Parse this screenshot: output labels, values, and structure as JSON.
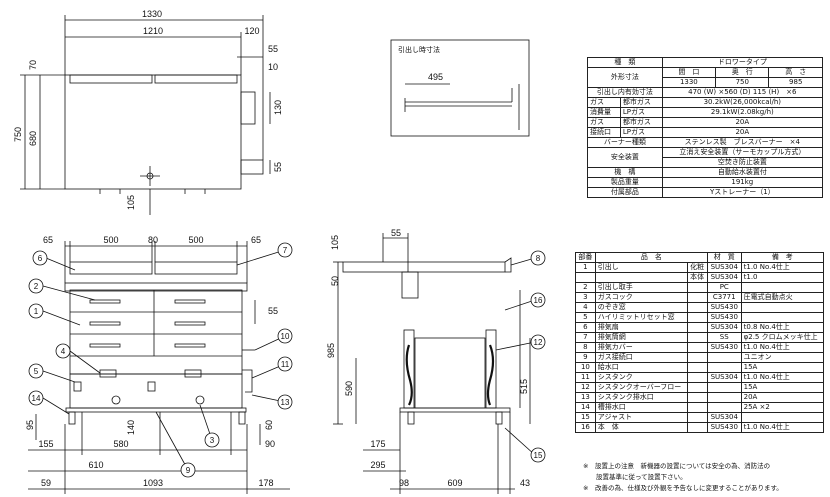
{
  "pullout_dims": {
    "title": "引出し時寸法",
    "depth": "495"
  },
  "top_dims": {
    "overall_width": "1330",
    "inner_width": "1210",
    "right_offset": "120",
    "edge_55": "55",
    "edge_70": "70",
    "height_750": "750",
    "height_680": "680",
    "dim_130": "130",
    "dim_55b": "55",
    "dim_105": "105",
    "dim_10": "10"
  },
  "front_dims": {
    "w500a": "500",
    "w80": "80",
    "w500b": "500",
    "l65": "65",
    "r65": "65",
    "d95": "95",
    "d155": "155",
    "d580": "580",
    "d610": "610",
    "d140": "140",
    "d60": "60",
    "d90": "90",
    "d59": "59",
    "d1093": "1093",
    "d178": "178",
    "d55": "55"
  },
  "side_dims": {
    "s55": "55",
    "s105": "105",
    "s50": "50",
    "s985": "985",
    "s590": "590",
    "s515": "515",
    "s175": "175",
    "s295": "295",
    "s98": "98",
    "s609": "609",
    "s43": "43"
  },
  "callouts": {
    "c1": "1",
    "c2": "2",
    "c3": "3",
    "c4": "4",
    "c5": "5",
    "c6": "6",
    "c7": "7",
    "c8": "8",
    "c9": "9",
    "c10": "10",
    "c11": "11",
    "c12": "12",
    "c13": "13",
    "c14": "14",
    "c15": "15",
    "c16": "16"
  },
  "spec": {
    "r1": [
      "種　類",
      "ドロワータイプ"
    ],
    "r2_label": "外形寸法",
    "r2_heads": [
      "間　口",
      "奥　行",
      "高　さ"
    ],
    "r2_vals": [
      "1330",
      "750",
      "985"
    ],
    "r3": [
      "引出し内有効寸法",
      "470 (W) ×560 (D) 115 (H)　×6"
    ],
    "r4": [
      "ガス",
      "都市ガス",
      "30.2kW(26,000kcal/h)"
    ],
    "r5": [
      "消費量",
      "LPガス",
      "29.1kW(2.08kg/h)"
    ],
    "r6": [
      "ガス",
      "都市ガス",
      "20A"
    ],
    "r7": [
      "接続口",
      "LPガス",
      "20A"
    ],
    "r8": [
      "バーナー種類",
      "ステンレス製　ブレスバーナー　×4"
    ],
    "r9_label": "安全装置",
    "r9_vals": [
      "立消え安全装置（サーモカップル方式）",
      "空焚き防止装置"
    ],
    "r10": [
      "機　構",
      "自動給水装置付"
    ],
    "r11": [
      "製品重量",
      "191kg"
    ],
    "r12": [
      "付属部品",
      "Yストレーナー（1）"
    ]
  },
  "parts": {
    "header": [
      "部番",
      "品　名",
      "材　質",
      "備　考"
    ],
    "rows": [
      [
        "1",
        "引出し",
        "化粧",
        "SUS304",
        "t1.0 No.4仕上"
      ],
      [
        "",
        "",
        "本体",
        "SUS304",
        "t1.0"
      ],
      [
        "2",
        "引出し取手",
        "",
        "PC",
        ""
      ],
      [
        "3",
        "ガスコック",
        "",
        "C3771",
        "圧電式自動点火"
      ],
      [
        "4",
        "のぞき窓",
        "",
        "SUS430",
        ""
      ],
      [
        "5",
        "ハイリミットリセット窓",
        "",
        "SUS430",
        ""
      ],
      [
        "6",
        "排気扇",
        "",
        "SUS304",
        "t0.8 No.4仕上"
      ],
      [
        "7",
        "排気筒網",
        "",
        "SS",
        "φ2.5 クロムメッキ仕上"
      ],
      [
        "8",
        "排気カバー",
        "",
        "SUS430",
        "t1.0 No.4仕上"
      ],
      [
        "9",
        "ガス接続口",
        "",
        "",
        "ユニオン"
      ],
      [
        "10",
        "給水口",
        "",
        "",
        "15A"
      ],
      [
        "11",
        "シスタンク",
        "",
        "SUS304",
        "t1.0 No.4仕上"
      ],
      [
        "12",
        "シスタンクオーバーフロー",
        "",
        "",
        "15A"
      ],
      [
        "13",
        "シスタンク排水口",
        "",
        "",
        "20A"
      ],
      [
        "14",
        "槽排水口",
        "",
        "",
        "25A ×2"
      ],
      [
        "15",
        "アジャスト",
        "",
        "SUS304",
        ""
      ],
      [
        "16",
        "本　体",
        "",
        "SUS430",
        "t1.0 No.4仕上"
      ]
    ]
  },
  "notes": {
    "n1": "※　設置上の注意　新機器の設置については安全の為、消防法の",
    "n1b": "　　設置基準に従って設置下さい。",
    "n2": "※　改善の為、仕様及び外観を予告なしに変更することがあります。"
  }
}
